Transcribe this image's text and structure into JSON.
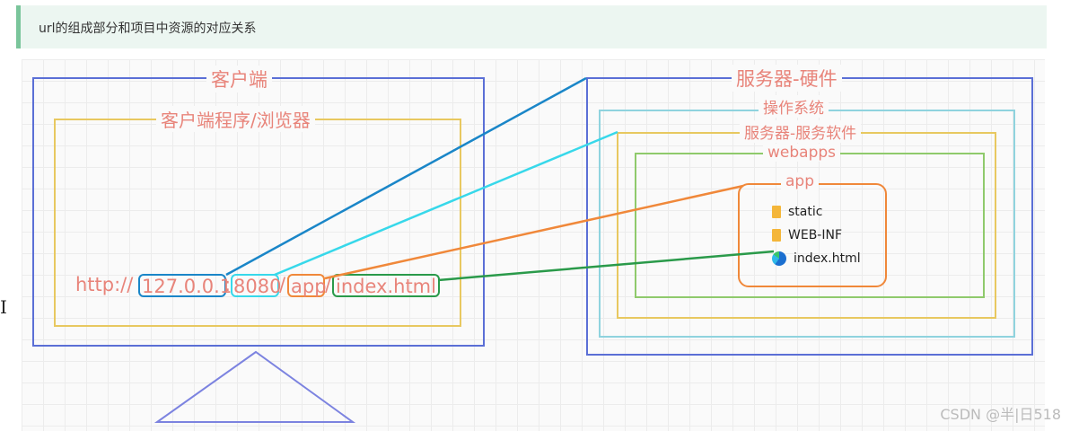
{
  "header": {
    "title": "url的组成部分和项目中资源的对应关系"
  },
  "client": {
    "title": "客户端",
    "browser_title": "客户端程序/浏览器",
    "url_parts": [
      "http://",
      "127.0.0.1",
      ":",
      "8080",
      "/",
      "app",
      "/",
      "index.html"
    ]
  },
  "server": {
    "title": "服务器-硬件",
    "os": "操作系统",
    "software": "服务器-服务软件",
    "webapps": "webapps",
    "app": "app",
    "files": [
      {
        "name": "static",
        "icon": "folder-icon"
      },
      {
        "name": "WEB-INF",
        "icon": "folder-icon"
      },
      {
        "name": "index.html",
        "icon": "edge-browser-icon"
      }
    ]
  },
  "colors": {
    "client_box": "#5b6fd6",
    "browser_box": "#e8c860",
    "label_text": "#e8847a",
    "server_box": "#5b6fd6",
    "os_box": "#8fd3de",
    "software_box": "#e8c860",
    "webapps_box": "#8fca6c",
    "app_box": "#f0883a",
    "line_ip": "#1a86c8",
    "line_port": "#37d8ea",
    "line_app": "#f0883a",
    "line_file": "#2a9a4a"
  },
  "watermark": "CSDN @半|日518"
}
